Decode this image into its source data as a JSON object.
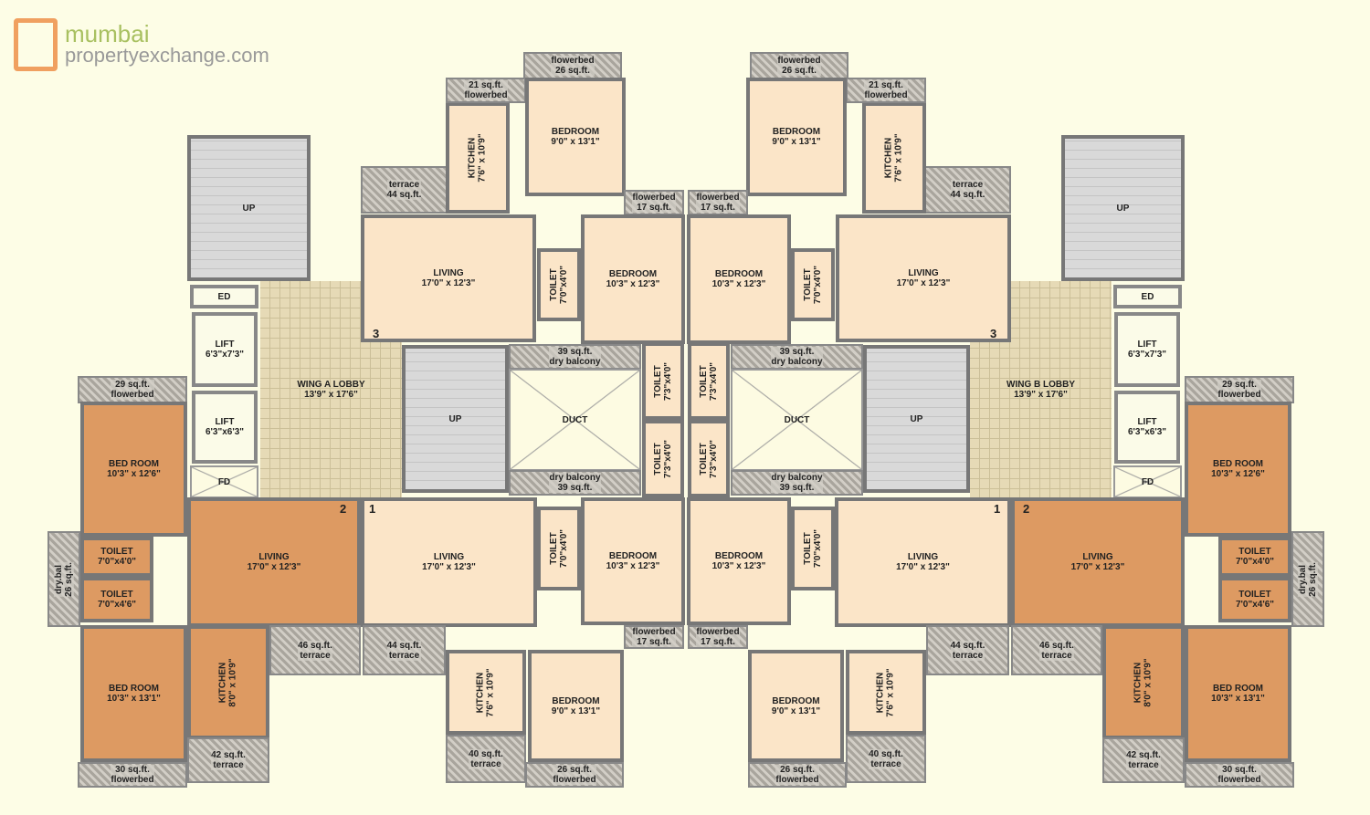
{
  "wing_a": {
    "rooms": [
      {
        "label": "UP",
        "size": ""
      },
      {
        "label": "ED",
        "size": ""
      },
      {
        "label": "LIFT",
        "size": "6'3\"x7'3\""
      },
      {
        "label": "LIFT",
        "size": "6'3\"x6'3\""
      },
      {
        "label": "FD",
        "size": ""
      },
      {
        "label": "WING A LOBBY",
        "size": "13'9\" x 17'6\""
      },
      {
        "label": "LIVING",
        "size": "17'0\" x 12'3\""
      },
      {
        "label": "terrace",
        "size": "44 sq.ft."
      },
      {
        "label": "KITCHEN",
        "size": "7'6\" x 10'9\""
      },
      {
        "label": "21 sq.ft.",
        "size": "flowerbed"
      },
      {
        "label": "flowerbed",
        "size": "26 sq.ft."
      },
      {
        "label": "BEDROOM",
        "size": "9'0\" x 13'1\""
      },
      {
        "label": "flowerbed",
        "size": "17 sq.ft."
      },
      {
        "label": "BEDROOM",
        "size": "10'3\" x 12'3\""
      },
      {
        "label": "TOILET",
        "size": "7'0\"x4'0\""
      },
      {
        "label": "39 sq.ft.",
        "size": "dry balcony"
      },
      {
        "label": "DUCT",
        "size": ""
      },
      {
        "label": "dry balcony",
        "size": "39 sq.ft."
      },
      {
        "label": "UP",
        "size": ""
      },
      {
        "label": "TOILET",
        "size": "7'3\"x4'0\""
      },
      {
        "label": "TOILET",
        "size": "7'3\"x4'0\""
      },
      {
        "label": "29 sq.ft.",
        "size": "flowerbed"
      },
      {
        "label": "BED ROOM",
        "size": "10'3\" x 12'6\""
      },
      {
        "label": "TOILET",
        "size": "7'0\"x4'0\""
      },
      {
        "label": "TOILET",
        "size": "7'0\"x4'6\""
      },
      {
        "label": "dry.bal",
        "size": "26 sq.ft."
      },
      {
        "label": "LIVING",
        "size": "17'0\" x 12'3\""
      },
      {
        "label": "BED ROOM",
        "size": "10'3\" x 13'1\""
      },
      {
        "label": "30 sq.ft.",
        "size": "flowerbed"
      },
      {
        "label": "KITCHEN",
        "size": "8'0\" x 10'9\""
      },
      {
        "label": "42 sq.ft.",
        "size": "terrace"
      },
      {
        "label": "46 sq.ft.",
        "size": "terrace"
      },
      {
        "label": "LIVING",
        "size": "17'0\" x 12'3\""
      },
      {
        "label": "44 sq.ft.",
        "size": "terrace"
      },
      {
        "label": "TOILET",
        "size": "7'0\"x4'0\""
      },
      {
        "label": "BEDROOM",
        "size": "10'3\" x 12'3\""
      },
      {
        "label": "flowerbed",
        "size": "17 sq.ft."
      },
      {
        "label": "KITCHEN",
        "size": "7'6\" x 10'9\""
      },
      {
        "label": "40 sq.ft.",
        "size": "terrace"
      },
      {
        "label": "BEDROOM",
        "size": "9'0\" x 13'1\""
      },
      {
        "label": "26 sq.ft.",
        "size": "flowerbed"
      }
    ],
    "flat_numbers": [
      "3",
      "2",
      "1"
    ]
  },
  "wing_b": {
    "rooms": [
      {
        "label": "UP",
        "size": ""
      },
      {
        "label": "ED",
        "size": ""
      },
      {
        "label": "LIFT",
        "size": "6'3\"x7'3\""
      },
      {
        "label": "LIFT",
        "size": "6'3\"x6'3\""
      },
      {
        "label": "FD",
        "size": ""
      },
      {
        "label": "WING B LOBBY",
        "size": "13'9\" x 17'6\""
      },
      {
        "label": "LIVING",
        "size": "17'0\" x 12'3\""
      },
      {
        "label": "terrace",
        "size": "44 sq.ft."
      },
      {
        "label": "KITCHEN",
        "size": "7'6\" x 10'9\""
      },
      {
        "label": "21 sq.ft.",
        "size": "flowerbed"
      },
      {
        "label": "flowerbed",
        "size": "26 sq.ft."
      },
      {
        "label": "BEDROOM",
        "size": "9'0\" x 13'1\""
      },
      {
        "label": "flowerbed",
        "size": "17 sq.ft."
      },
      {
        "label": "BEDROOM",
        "size": "10'3\" x 12'3\""
      },
      {
        "label": "TOILET",
        "size": "7'0\"x4'0\""
      },
      {
        "label": "39 sq.ft.",
        "size": "dry balcony"
      },
      {
        "label": "DUCT",
        "size": ""
      },
      {
        "label": "dry balcony",
        "size": "39 sq.ft."
      },
      {
        "label": "UP",
        "size": ""
      },
      {
        "label": "TOILET",
        "size": "7'3\"x4'0\""
      },
      {
        "label": "TOILET",
        "size": "7'3\"x4'0\""
      },
      {
        "label": "29 sq.ft.",
        "size": "flowerbed"
      },
      {
        "label": "BED ROOM",
        "size": "10'3\" x 12'6\""
      },
      {
        "label": "TOILET",
        "size": "7'0\"x4'0\""
      },
      {
        "label": "TOILET",
        "size": "7'0\"x4'6\""
      },
      {
        "label": "dry.bal",
        "size": "26 sq.ft."
      },
      {
        "label": "LIVING",
        "size": "17'0\" x 12'3\""
      },
      {
        "label": "BED ROOM",
        "size": "10'3\" x 13'1\""
      },
      {
        "label": "30 sq.ft.",
        "size": "flowerbed"
      },
      {
        "label": "KITCHEN",
        "size": "8'0\" x 10'9\""
      },
      {
        "label": "42 sq.ft.",
        "size": "terrace"
      },
      {
        "label": "46 sq.ft.",
        "size": "terrace"
      },
      {
        "label": "LIVING",
        "size": "17'0\" x 12'3\""
      },
      {
        "label": "44 sq.ft.",
        "size": "terrace"
      },
      {
        "label": "TOILET",
        "size": "7'0\"x4'0\""
      },
      {
        "label": "BEDROOM",
        "size": "10'3\" x 12'3\""
      },
      {
        "label": "flowerbed",
        "size": "17 sq.ft."
      },
      {
        "label": "KITCHEN",
        "size": "7'6\" x 10'9\""
      },
      {
        "label": "40 sq.ft.",
        "size": "terrace"
      },
      {
        "label": "BEDROOM",
        "size": "9'0\" x 13'1\""
      },
      {
        "label": "26 sq.ft.",
        "size": "flowerbed"
      }
    ],
    "flat_numbers": [
      "3",
      "2",
      "1"
    ]
  },
  "watermark": {
    "line1": "mumbai",
    "line2": "propertyexchange.com"
  },
  "colors": {
    "background": "#fdfde6",
    "flat_rooms": "#fbe5c8",
    "flat_2_rooms": "#dd9a62",
    "hatched_terrace": "#a9a59d",
    "walls": "#777777"
  }
}
